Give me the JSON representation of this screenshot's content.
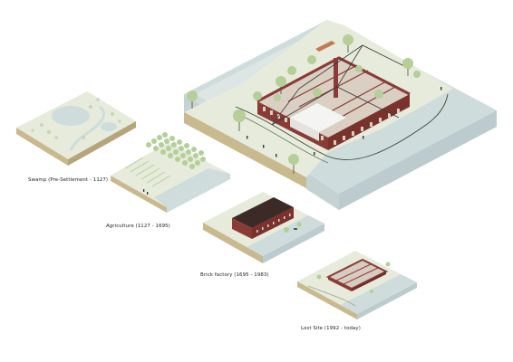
{
  "stages": [
    {
      "id": "swamp",
      "caption": "Swamp (Pre-Settlement - 1127)"
    },
    {
      "id": "agriculture",
      "caption": "Agriculture (1127 - 1695)"
    },
    {
      "id": "brick",
      "caption": "Brick factory (1695 - 1983)"
    },
    {
      "id": "lost",
      "caption": "Lost Site (1992 - today)"
    }
  ],
  "colors": {
    "ground_top": "#e6ebdb",
    "ground_side": "#c9b98f",
    "water": "#cfdcdc",
    "water_edge": "#eef2f1",
    "slab_side": "#bccbcd",
    "brick": "#8a3b35",
    "roof": "#3c2a26",
    "tree": "#b4cf97"
  }
}
